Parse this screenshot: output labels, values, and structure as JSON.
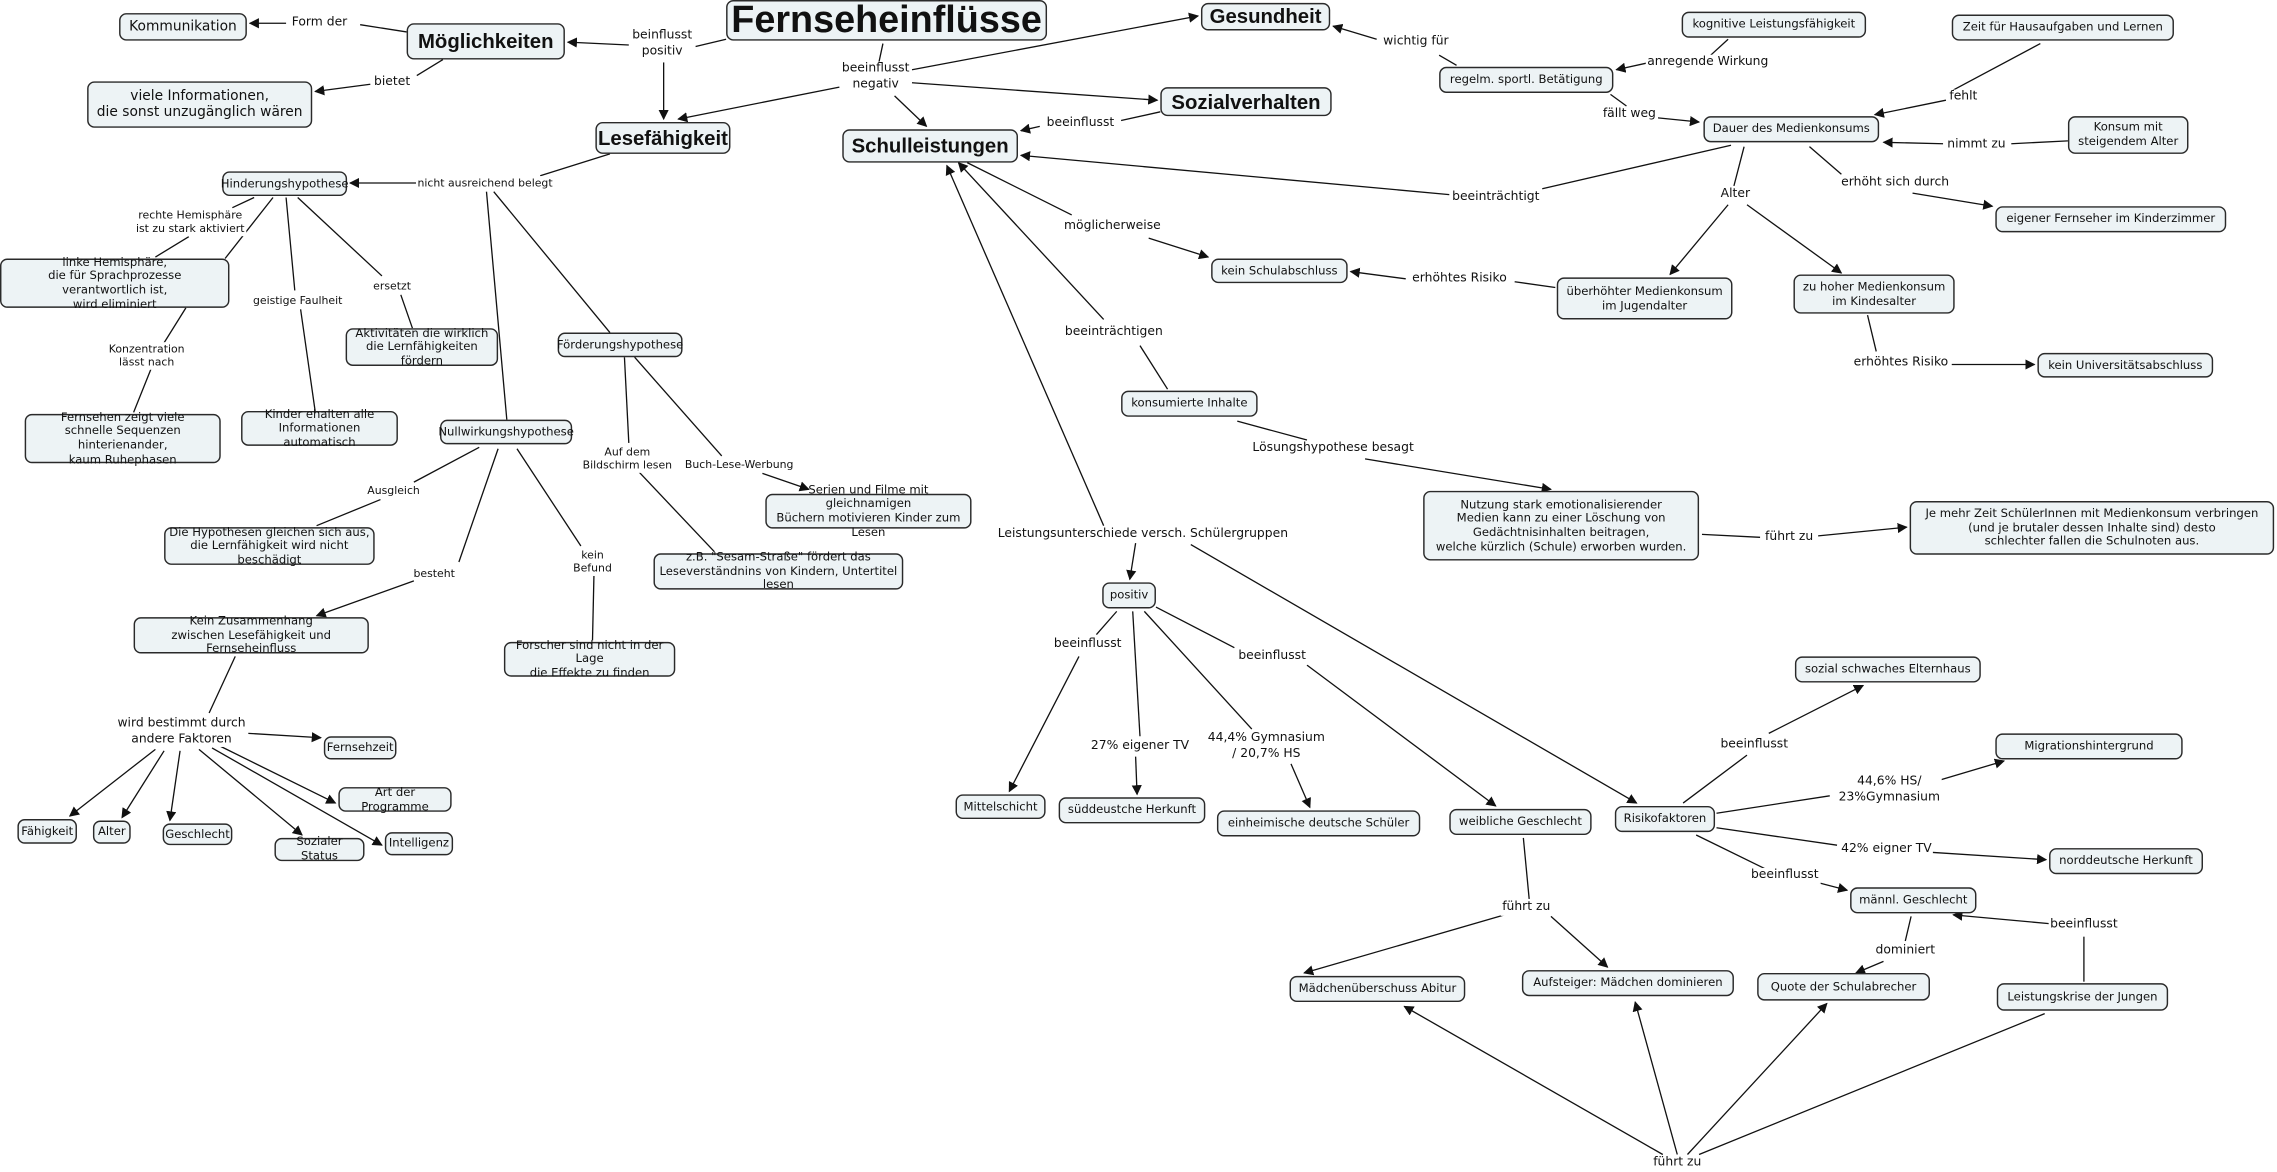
{
  "title": "Fernseheinflüsse",
  "colors": {
    "node_fill": "#edf3f5",
    "border": "#2a2a2a",
    "line": "#111111"
  },
  "nodes": {
    "fernseheinfluesse": "Fernseheinflüsse",
    "gesundheit": "Gesundheit",
    "moeglichkeiten": "Möglichkeiten",
    "kommunikation": "Kommunikation",
    "viele_informationen": "viele Informationen,\ndie sonst unzugänglich wären",
    "lesefaehigkeit": "Lesefähigkeit",
    "schulleistungen": "Schulleistungen",
    "sozialverhalten": "Sozialverhalten",
    "kognitive": "kognitive Leistungsfähigkeit",
    "zeit_hausaufgaben": "Zeit für Hausaufgaben und Lernen",
    "sport": "regelm. sportl. Betätigung",
    "dauer": "Dauer des Medienkonsums",
    "konsum_alter": "Konsum mit\nsteigendem Alter",
    "eigener_fernseher": "eigener Fernseher im Kinderzimmer",
    "kein_schulabschluss": "kein Schulabschluss",
    "ueberhoehter": "überhöhter Medienkonsum\nim Jugendalter",
    "zu_hoher": "zu hoher Medienkonsum\nim Kindesalter",
    "kein_uni": "kein Universitätsabschluss",
    "konsumierte_inhalte": "konsumierte Inhalte",
    "nutzung": "Nutzung stark emotionalisierender\nMedien kann zu einer Löschung von\nGedächtnisinhalten beitragen,\nwelche kürzlich (Schule) erworben wurden.",
    "je_mehr": "Je mehr Zeit SchülerInnen mit Medienkonsum verbringen\n(und je brutaler dessen Inhalte sind) desto\nschlechter fallen die Schulnoten aus.",
    "positiv": "positiv",
    "mittelschicht": "Mittelschicht",
    "sueddeutsche": "süddeustche Herkunft",
    "einheimische": "einheimische deutsche Schüler",
    "weibliche": "weibliche Geschlecht",
    "risikofaktoren": "Risikofaktoren",
    "sozial_schwach": "sozial schwaches Elternhaus",
    "migration": "Migrationshintergrund",
    "norddeutsche": "norddeutsche Herkunft",
    "maennl": "männl. Geschlecht",
    "leistungskrise": "Leistungskrise der Jungen",
    "quote": "Quote der Schulabrecher",
    "aufsteiger": "Aufsteiger: Mädchen dominieren",
    "maedchen_abitur": "Mädchenüberschuss Abitur",
    "hinderung": "Hinderungshypothese",
    "linke_hemisphaere": "linke Hemisphäre,\ndie für Sprachprozesse verantwortlich ist,\nwird eliminiert",
    "aktivitaeten": "Aktivitäten die wirklich\ndie Lernfähigkeiten fördern",
    "foerderung": "Förderungshypothese",
    "fernsehen_zeigt": "Fernsehen zeigt viele\nschnelle Sequenzen hinterienander,\nkaum Ruhephasen",
    "kinder_erhalten": "Kinder ehalten alle\nInformationen automatisch",
    "nullwirkung": "Nullwirkungshypothese",
    "serien": "Serien und Filme mit gleichnamigen\nBüchern motivieren Kinder zum Lesen",
    "hypothesen_gleichen": "Die Hypothesen gleichen sich aus,\ndie Lernfähigkeit wird nicht beschädigt",
    "sesam": "z.B. \"Sesam-Straße\" fördert das\nLeseverständnins von Kindern, Untertitel lesen",
    "kein_zusammenhang": "Kein Zusammenhang\nzwischen Lesefähigkeit und Fernseheinfluss",
    "forscher": "Forscher sind nicht in der Lage\ndie Effekte zu finden",
    "fernsehzeit": "Fernsehzeit",
    "art_programme": "Art der Programme",
    "faehigkeit": "Fähigkeit",
    "alter": "Alter",
    "geschlecht": "Geschlecht",
    "sozialer_status": "Sozialer Status",
    "intelligenz": "Intelligenz"
  },
  "links": {
    "form_der": "Form der",
    "beinflusst_positiv": "beinflusst\npositiv",
    "bietet": "bietet",
    "beeinflusst_negativ": "beeinflusst\nnegativ",
    "nicht_ausreichend": "nicht ausreichend belegt",
    "beeinflusst_sozial": "beeinflusst",
    "wichtig_fuer": "wichtig für",
    "anregende_wirkung": "anregende Wirkung",
    "faellt_weg": "fällt weg",
    "fehlt": "fehlt",
    "nimmt_zu": "nimmt zu",
    "beeintraechtigt": "beeinträchtigt",
    "alter_link": "Alter",
    "erhoeht_sich": "erhöht sich durch",
    "moeglicherweise": "möglicherweise",
    "erhoehtes_risiko_1": "erhöhtes Risiko",
    "beeintraechtigen": "beeinträchtigen",
    "erhoehtes_risiko_2": "erhöhtes Risiko",
    "loesungshypothese": "Lösungshypothese besagt",
    "fuehrt_zu_1": "führt zu",
    "leistungsunterschiede": "Leistungsunterschiede versch. Schülergruppen",
    "beeinflusst_pos_1": "beeinflusst",
    "eigener_tv_27": "27% eigener TV",
    "gymnasium_44": "44,4% Gymnasium\n/ 20,7% HS",
    "beeinflusst_pos_2": "beeinflusst",
    "beeinflusst_risk_1": "beeinflusst",
    "hs_44": "44,6% HS/\n23%Gymnasium",
    "eigner_tv_42": "42% eigner TV",
    "beeinflusst_risk_2": "beeinflusst",
    "dominiert": "dominiert",
    "beeinflusst_krise": "beeinflusst",
    "fuehrt_zu_2": "führt zu",
    "fuehrt_zu_3": "führt zu",
    "rechte_hemisphaere": "rechte Hemisphäre\nist zu stark aktiviert",
    "geistige_faulheit": "geistige Faulheit",
    "ersetzt": "ersetzt",
    "konzentration": "Konzentration\nlässt nach",
    "auf_dem_bildschirm": "Auf dem\nBildschirm lesen",
    "buch_lese": "Buch-Lese-Werbung",
    "ausgleich": "Ausgleich",
    "besteht": "besteht",
    "kein_befund": "kein\nBefund",
    "wird_bestimmt": "wird bestimmt durch\nandere Faktoren"
  }
}
